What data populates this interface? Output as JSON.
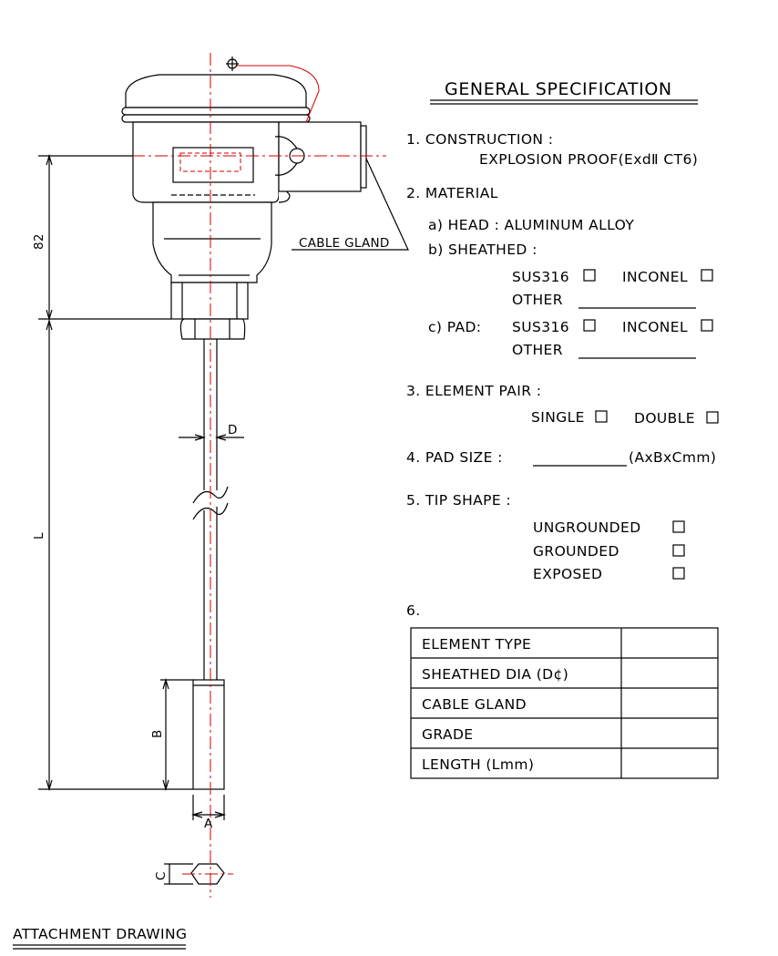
{
  "title": "GENERAL SPECIFICATION",
  "drawing_label": "ATTACHMENT DRAWING",
  "cable_gland_callout": "CABLE GLAND",
  "dims": {
    "height_82": "82",
    "length": "L",
    "dia": "D",
    "pad_b": "B",
    "pad_a": "A",
    "pad_c": "C"
  },
  "spec": {
    "construction": {
      "label": "1. CONSTRUCTION :",
      "value": "EXPLOSION PROOF(ExdⅡ CT6)"
    },
    "material": {
      "label": "2. MATERIAL",
      "head": "a) HEAD : ALUMINUM ALLOY",
      "sheathed": "b) SHEATHED :",
      "pad": "c) PAD:",
      "sus316": "SUS316",
      "inconel": "INCONEL",
      "other": "OTHER"
    },
    "element_pair": {
      "label": "3. ELEMENT PAIR :",
      "single": "SINGLE",
      "double": "DOUBLE"
    },
    "pad_size": {
      "label": "4. PAD SIZE :",
      "unit": "(AxBxCmm)"
    },
    "tip_shape": {
      "label": "5. TIP SHAPE :",
      "options": [
        "UNGROUNDED",
        "GROUNDED",
        "EXPOSED"
      ]
    },
    "table_label": "6.",
    "table_rows": [
      "ELEMENT TYPE",
      "SHEATHED DIA (D¢)",
      "CABLE GLAND",
      "GRADE",
      "LENGTH (Lmm)"
    ]
  }
}
